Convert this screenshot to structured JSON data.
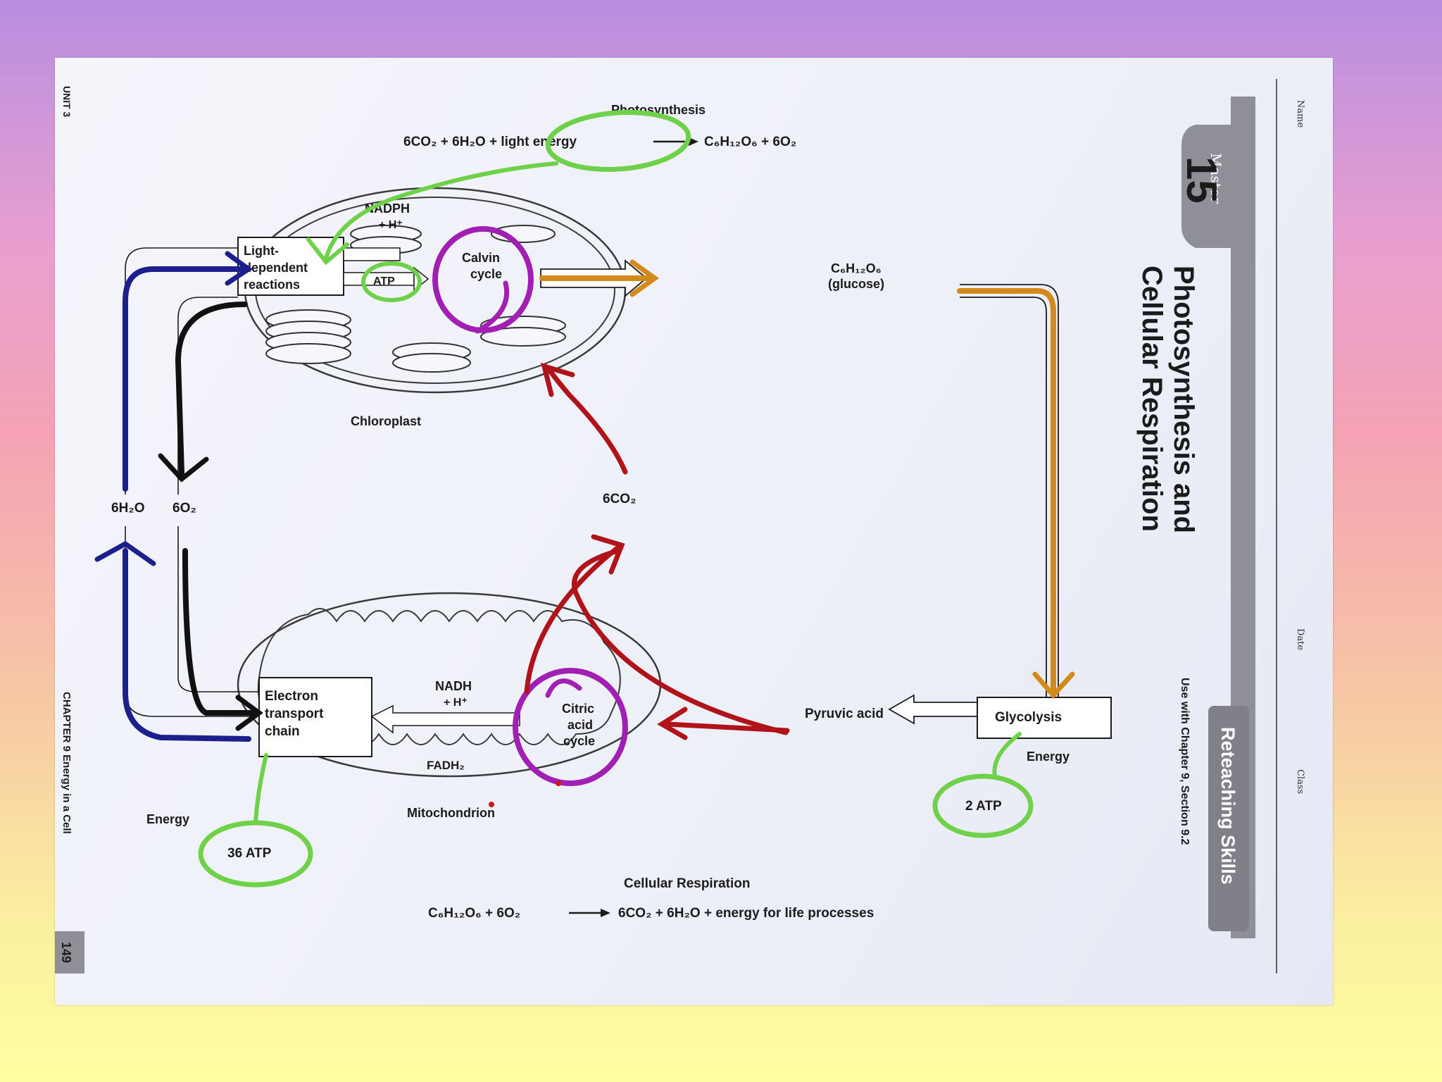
{
  "worksheet": {
    "unit_label": "UNIT 3",
    "chapter_footer": "CHAPTER 9  Energy in a Cell",
    "page_number": "149",
    "name_label": "Name",
    "date_label": "Date",
    "class_label": "Class",
    "master_label": "Master",
    "master_number": "15",
    "title_line1": "Photosynthesis and",
    "title_line2": "Cellular Respiration",
    "reteaching_label": "Reteaching Skills",
    "use_with": "Use with Chapter 9, Section 9.2"
  },
  "photosynthesis": {
    "heading": "Photosynthesis",
    "equation_left": "6CO₂ + 6H₂O + light energy",
    "equation_right": "C₆H₁₂O₆ + 6O₂",
    "chloroplast_label": "Chloroplast",
    "light_dependent_1": "Light-",
    "light_dependent_2": "dependent",
    "light_dependent_3": "reactions",
    "nadph_1": "NADPH",
    "nadph_2": "+ H⁺",
    "atp": "ATP",
    "calvin_1": "Calvin",
    "calvin_2": "cycle"
  },
  "center": {
    "glucose_formula": "C₆H₁₂O₆",
    "glucose_name": "(glucose)",
    "co2": "6CO₂",
    "water": "6H₂O",
    "oxygen": "6O₂"
  },
  "respiration": {
    "heading": "Cellular Respiration",
    "equation_left": "C₆H₁₂O₆ + 6O₂",
    "equation_right": "6CO₂ + 6H₂O + energy for life processes",
    "mitochondrion_label": "Mitochondrion",
    "etc_1": "Electron",
    "etc_2": "transport",
    "etc_3": "chain",
    "nadh_1": "NADH",
    "nadh_2": "+ H⁺",
    "fadh2": "FADH₂",
    "citric_1": "Citric",
    "citric_2": "acid",
    "citric_3": "cycle",
    "pyruvic_acid": "Pyruvic acid",
    "glycolysis": "Glycolysis",
    "energy_glycolysis": "Energy",
    "energy_etc": "Energy",
    "atp_glycolysis": "2 ATP",
    "atp_etc": "36 ATP"
  },
  "annotation_colors": {
    "green": "#6fd14a",
    "blue": "#1c1f8c",
    "black": "#111111",
    "purple": "#a21fb4",
    "red": "#b0141a",
    "orange": "#d48a1a",
    "sidebar_gray": "#8f9097"
  }
}
